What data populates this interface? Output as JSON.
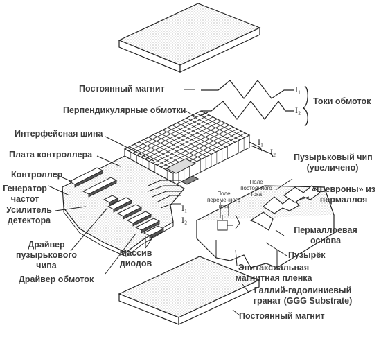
{
  "labels": {
    "magnet_top": "Постоянный магнит",
    "currents": "Токи обмоток",
    "perp_coils": "Перпендикулярные обмотки",
    "interface_bus": "Интерфейсная шина",
    "controller_board": "Плата контроллера",
    "controller": "Контроллер",
    "freq_gen_1": "Генератор",
    "freq_gen_2": "частот",
    "det_amp_1": "Усилитель",
    "det_amp_2": "детектора",
    "bubble_driver_1": "Драйвер",
    "bubble_driver_2": "пузырькового",
    "bubble_driver_3": "чипа",
    "coil_driver": "Драйвер обмоток",
    "diode_array_1": "Массив",
    "diode_array_2": "диодов",
    "bubble_chip_1": "Пузырьковый чип",
    "bubble_chip_2": "(увеличено)",
    "chevrons_1": "«Шевроны» из",
    "chevrons_2": "пермаллоя",
    "permalloy_base_1": "Пермаллоевая",
    "permalloy_base_2": "основа",
    "bubble": "Пузырёк",
    "epi_film_1": "Эпитаксиальная",
    "epi_film_2": "магнитная пленка",
    "ggg_1": "Галлий-гадолиниевый",
    "ggg_2": "гранат (GGG Substrate)",
    "magnet_bottom": "Постоянный магнит",
    "dc_field_1": "Поле",
    "dc_field_2": "постоянного",
    "dc_field_3": "тока",
    "ac_field_1": "Поле",
    "ac_field_2": "переменного",
    "ac_field_3": "тока",
    "i1": "I₁",
    "i2": "I₂"
  }
}
